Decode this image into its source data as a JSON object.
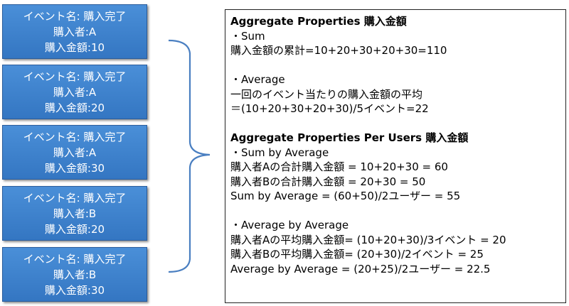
{
  "events": [
    {
      "name": "イベント名: 購入完了",
      "buyer": "購入者:A",
      "amount": "購入金額:10"
    },
    {
      "name": "イベント名: 購入完了",
      "buyer": "購入者:A",
      "amount": "購入金額:20"
    },
    {
      "name": "イベント名: 購入完了",
      "buyer": "購入者:A",
      "amount": "購入金額:30"
    },
    {
      "name": "イベント名: 購入完了",
      "buyer": "購入者:B",
      "amount": "購入金額:20"
    },
    {
      "name": "イベント名: 購入完了",
      "buyer": "購入者:B",
      "amount": "購入金額:30"
    }
  ],
  "panel": {
    "lines": [
      {
        "text": "Aggregate Properties 購入金額",
        "style": "heading"
      },
      {
        "text": "・Sum",
        "style": "normal"
      },
      {
        "text": "購入金額の累計=10+20+30+20+30=110",
        "style": "normal"
      },
      {
        "text": "",
        "style": "normal"
      },
      {
        "text": "・Average",
        "style": "normal"
      },
      {
        "text": "一回のイベント当たりの購入金額の平均",
        "style": "normal"
      },
      {
        "text": "＝(10+20+30+20+30)/5イベント=22",
        "style": "normal"
      },
      {
        "text": "",
        "style": "normal"
      },
      {
        "text": "Aggregate Properties Per Users 購入金額",
        "style": "heading"
      },
      {
        "text": "・Sum by Average",
        "style": "normal"
      },
      {
        "text": "購入者Aの合計購入金額 = 10+20+30 = 60",
        "style": "normal"
      },
      {
        "text": "購入者Bの合計購入金額 = 20+30 = 50",
        "style": "normal"
      },
      {
        "text": "Sum by Average = (60+50)/2ユーザー = 55",
        "style": "normal"
      },
      {
        "text": "",
        "style": "normal"
      },
      {
        "text": "・Average by Average",
        "style": "normal"
      },
      {
        "text": "購入者Aの平均購入金額= (10+20+30)/3イベント = 20",
        "style": "normal"
      },
      {
        "text": "購入者Bの平均購入金額= (20+30)/2イベント = 25",
        "style": "normal"
      },
      {
        "text": "Average by Average = (20+25)/2ユーザー = 22.5",
        "style": "normal"
      }
    ]
  },
  "colors": {
    "box_fill": "#3f86d0",
    "box_border": "#2a5d9c",
    "brace": "#4a7fc1"
  }
}
